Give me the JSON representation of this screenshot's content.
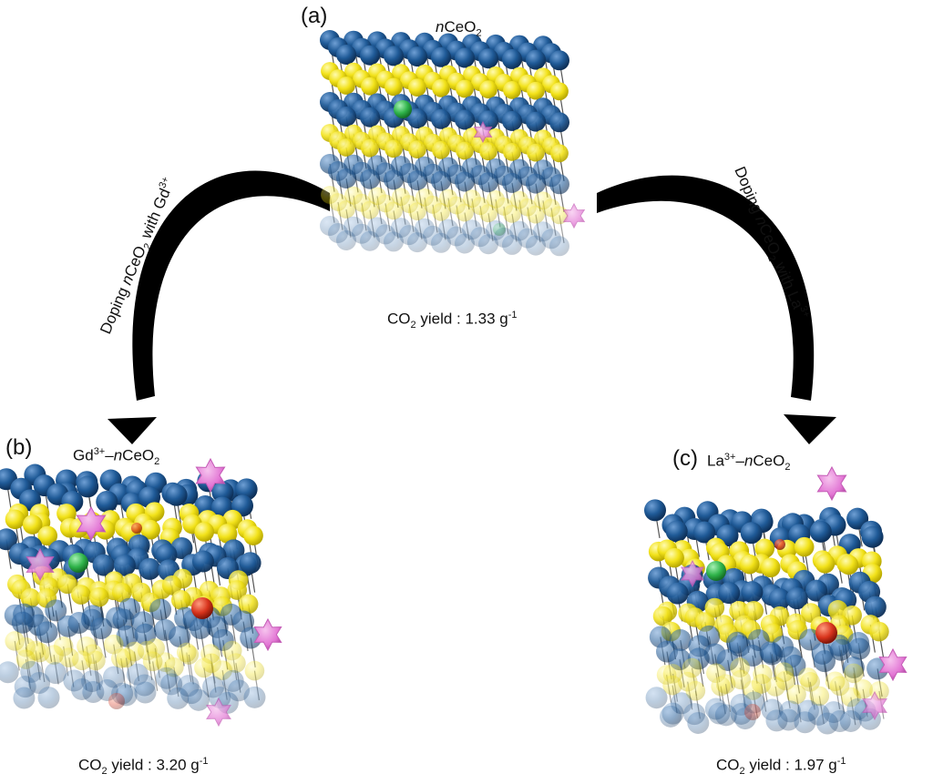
{
  "panels": {
    "a": {
      "letter": "(a)",
      "title_prefix": "n",
      "title_main": "CeO",
      "title_sub": "2",
      "yield_co": "CO",
      "yield_sub": "2",
      "yield_text": " yield : 1.33 g",
      "yield_sup": "-1"
    },
    "b": {
      "letter": "(b)",
      "title_ion": "Gd",
      "title_sup": "3+",
      "title_dash": "–",
      "title_prefix": "n",
      "title_main": "CeO",
      "title_sub": "2",
      "yield_co": "CO",
      "yield_sub": "2",
      "yield_text": " yield : 3.20 g",
      "yield_sup": "-1"
    },
    "c": {
      "letter": "(c)",
      "title_ion": "La",
      "title_sup": "3+",
      "title_dash": "–",
      "title_prefix": "n",
      "title_main": "CeO",
      "title_sub": "2",
      "yield_co": "CO",
      "yield_sub": "2",
      "yield_text": " yield : 1.97 g",
      "yield_sup": "-1"
    }
  },
  "arrows": {
    "left": {
      "pre": "Doping ",
      "n": "n",
      "ceo": "CeO",
      "sub": "2",
      "post": " with Gd",
      "sup": "3+"
    },
    "right": {
      "pre": "Doping ",
      "n": "n",
      "ceo": "CeO",
      "sub": "2",
      "post": " with La",
      "sup": "3+"
    }
  },
  "colors": {
    "cerium": "#1f5a97",
    "oxygen": "#f2e21a",
    "dopant_green": "#2fb34a",
    "dopant_red": "#d8341c",
    "star": "#e275d4",
    "arrow": "#000000"
  }
}
